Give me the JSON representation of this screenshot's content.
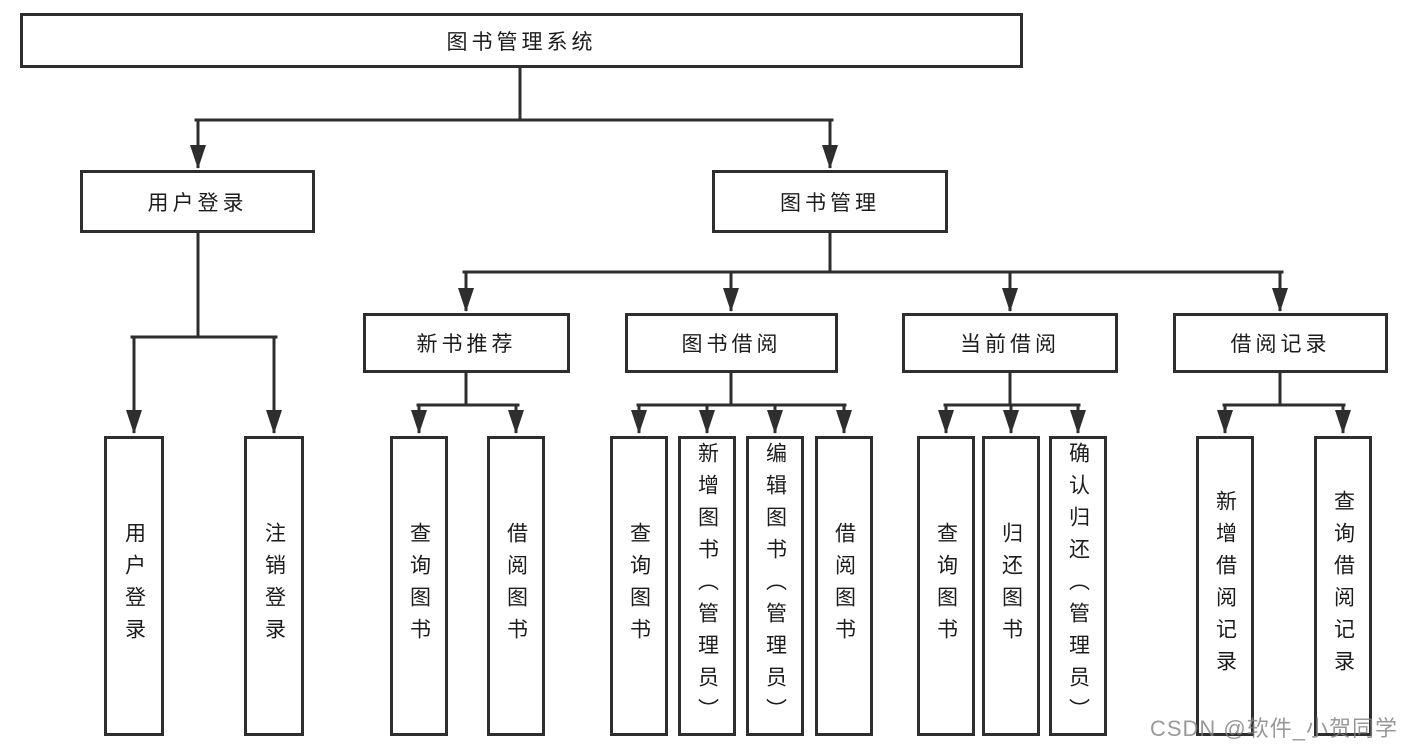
{
  "hierarchy": {
    "root": {
      "label": "图书管理系统"
    },
    "level2": [
      {
        "label": "用户登录",
        "children": [
          "用户登录",
          "注销登录"
        ]
      },
      {
        "label": "图书管理"
      }
    ],
    "level3": [
      {
        "label": "新书推荐",
        "children": [
          "查询图书",
          "借阅图书"
        ]
      },
      {
        "label": "图书借阅",
        "children": [
          "查询图书",
          "新增图书（管理员）",
          "编辑图书（管理员）",
          "借阅图书"
        ]
      },
      {
        "label": "当前借阅",
        "children": [
          "查询图书",
          "归还图书",
          "确认归还（管理员）"
        ]
      },
      {
        "label": "借阅记录",
        "children": [
          "新增借阅记录",
          "查询借阅记录"
        ]
      }
    ]
  },
  "watermark": {
    "text": "CSDN @软件_小贺同学"
  },
  "colors": {
    "line": "#2e2e2e",
    "text": "#1c1c1c",
    "background": "#ffffff",
    "watermark_gray": "#808080"
  }
}
